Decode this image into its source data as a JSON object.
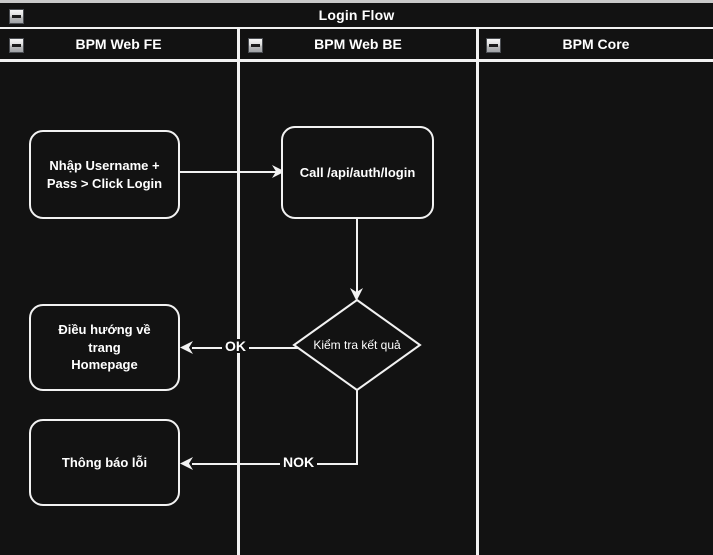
{
  "diagram": {
    "title": "Login Flow",
    "type": "bpmn-swimlane-flowchart",
    "colors": {
      "background": "#121212",
      "stroke": "#f2f2f2",
      "text": "#ffffff",
      "chrome": "#c9c9c9"
    },
    "collapse_icon": "minus-square-icon"
  },
  "lanes": [
    {
      "id": "fe",
      "label": "BPM Web FE"
    },
    {
      "id": "be",
      "label": "BPM Web BE"
    },
    {
      "id": "core",
      "label": "BPM Core"
    }
  ],
  "nodes": [
    {
      "id": "input-credentials",
      "lane": "fe",
      "shape": "rounded-rect",
      "label": "Nhập Username +\nPass > Click Login"
    },
    {
      "id": "call-login-api",
      "lane": "be",
      "shape": "rounded-rect",
      "label": "Call /api/auth/login"
    },
    {
      "id": "check-result",
      "lane": "be",
      "shape": "diamond",
      "label": "Kiểm tra kết quả"
    },
    {
      "id": "redirect-homepage",
      "lane": "fe",
      "shape": "rounded-rect",
      "label": "Điều hướng về trang\nHomepage"
    },
    {
      "id": "show-error",
      "lane": "fe",
      "shape": "rounded-rect",
      "label": "Thông báo lỗi"
    }
  ],
  "edges": [
    {
      "id": "e1",
      "from": "input-credentials",
      "to": "call-login-api",
      "label": ""
    },
    {
      "id": "e2",
      "from": "call-login-api",
      "to": "check-result",
      "label": ""
    },
    {
      "id": "e3",
      "from": "check-result",
      "to": "redirect-homepage",
      "label": "OK"
    },
    {
      "id": "e4",
      "from": "check-result",
      "to": "show-error",
      "label": "NOK"
    }
  ]
}
